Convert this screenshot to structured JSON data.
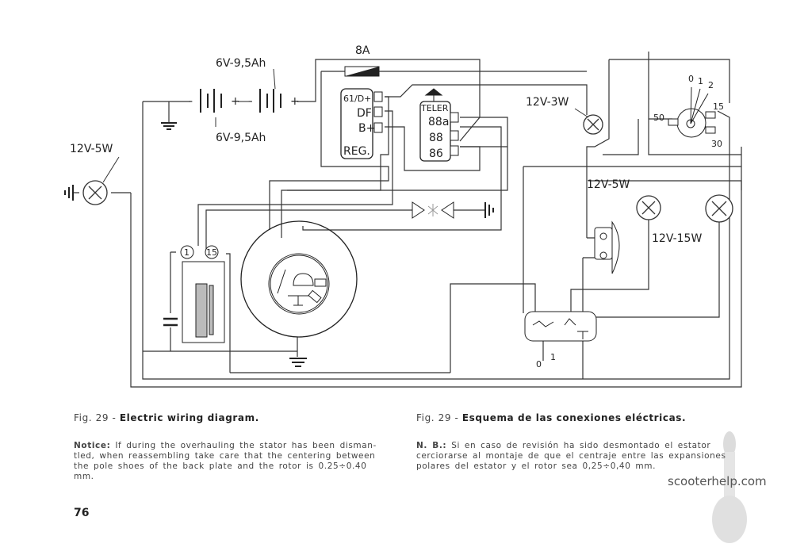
{
  "diagram": {
    "battery_label_top": "6V-9,5Ah",
    "battery_label_bottom": "6V-9,5Ah",
    "battery_signs": [
      "-",
      "+",
      "-",
      "+"
    ],
    "fuse_label": "8A",
    "regulator": {
      "terminals": [
        "61/D+",
        "DF",
        "B+"
      ],
      "name": "REG."
    },
    "relay": {
      "name": "TELER",
      "terminals": [
        "88a",
        "88",
        "86"
      ]
    },
    "lamp_left_label": "12V-5W",
    "lamp_top_label": "12V-3W",
    "lamp_mid_label": "12V-5W",
    "lamp_right_label": "12V-15W",
    "ignition_switch": {
      "positions": [
        "0",
        "1",
        "2"
      ],
      "terminals": [
        "15",
        "50",
        "30"
      ]
    },
    "coil_terminals": [
      "1",
      "15"
    ],
    "handlebar_switch_labels": [
      "0",
      "1"
    ]
  },
  "captions": {
    "en": {
      "prefix": "Fig. 29 - ",
      "title": "Electric wiring diagram.",
      "note_label": "Notice:",
      "note_lines": [
        "If during the overhauling the stator has been disman-",
        "tled, when reassembling take care that the centering between",
        "the pole shoes of the back plate and the rotor is 0.25÷0.40",
        "mm."
      ]
    },
    "es": {
      "prefix": "Fig. 29 - ",
      "title": "Esquema de las conexiones eléctricas.",
      "note_label": "N. B.:",
      "note_lines": [
        "Si en caso de revisión ha sido desmontado el estator",
        "cerciorarse al montaje de que el centraje entre las expansiones",
        "polares del estator y el rotor sea 0,25÷0,40 mm."
      ]
    }
  },
  "page_number": "76",
  "watermark": "scooterhelp.com"
}
